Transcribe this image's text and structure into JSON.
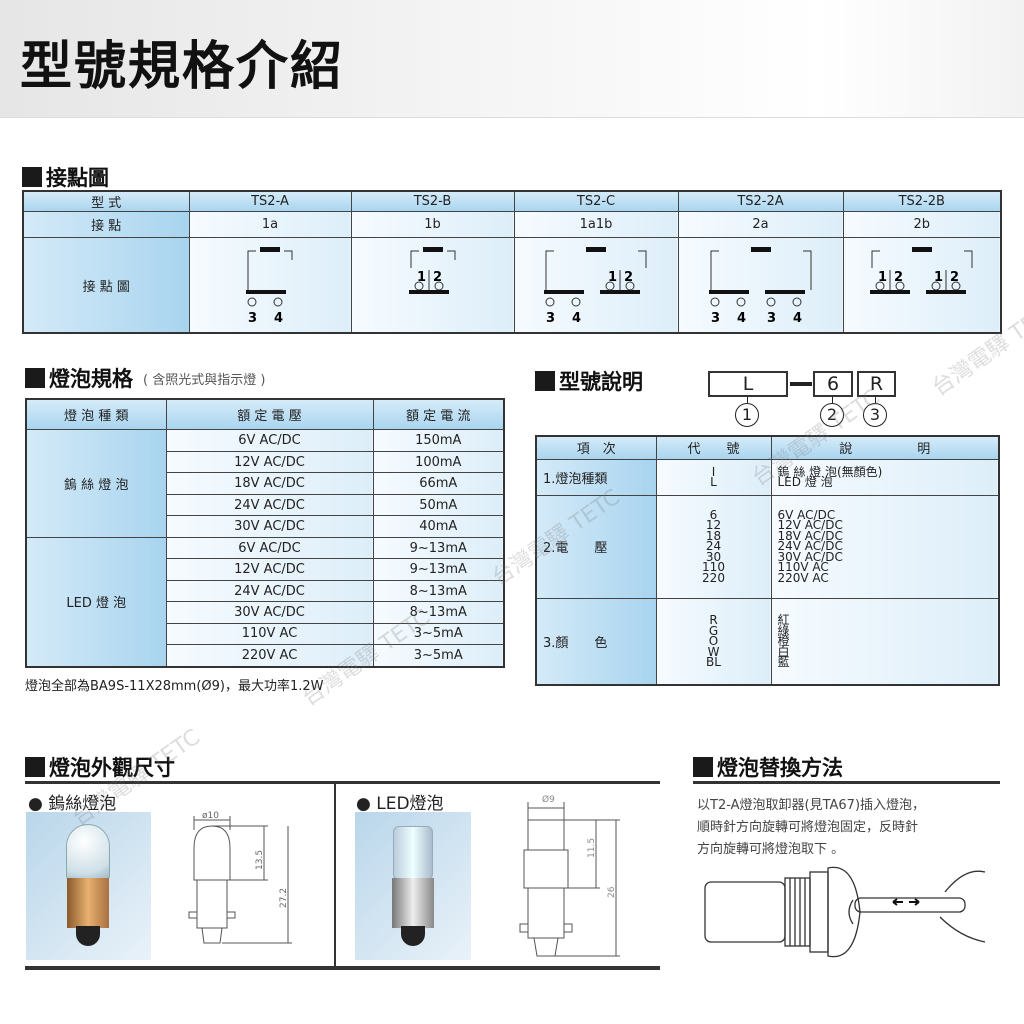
{
  "header": {
    "title": "型號規格介紹"
  },
  "contacts": {
    "title": "接點圖",
    "row_labels": [
      "型 式",
      "接 點",
      "接 點 圖"
    ],
    "models": [
      {
        "model": "TS2-A",
        "contact": "1a",
        "groups": [
          "a"
        ]
      },
      {
        "model": "TS2-B",
        "contact": "1b",
        "groups": [
          "b"
        ]
      },
      {
        "model": "TS2-C",
        "contact": "1a1b",
        "groups": [
          "a",
          "b"
        ]
      },
      {
        "model": "TS2-2A",
        "contact": "2a",
        "groups": [
          "a",
          "a"
        ]
      },
      {
        "model": "TS2-2B",
        "contact": "2b",
        "groups": [
          "b",
          "b"
        ]
      }
    ],
    "terminal_labels": {
      "a": [
        "3",
        "4"
      ],
      "b": [
        "1",
        "2"
      ]
    }
  },
  "bulb_spec": {
    "title": "燈泡規格",
    "subtitle": "( 含照光式與指示燈 )",
    "headers": [
      "燈 泡 種 類",
      "額 定 電 壓",
      "額 定 電 流"
    ],
    "groups": [
      {
        "type": "鎢 絲 燈 泡",
        "rows": [
          [
            "6V AC/DC",
            "150mA"
          ],
          [
            "12V AC/DC",
            "100mA"
          ],
          [
            "18V AC/DC",
            "66mA"
          ],
          [
            "24V AC/DC",
            "50mA"
          ],
          [
            "30V AC/DC",
            "40mA"
          ]
        ]
      },
      {
        "type": "LED  燈 泡",
        "rows": [
          [
            "6V AC/DC",
            "9~13mA"
          ],
          [
            "12V AC/DC",
            "9~13mA"
          ],
          [
            "24V AC/DC",
            "8~13mA"
          ],
          [
            "30V AC/DC",
            "8~13mA"
          ],
          [
            "110V AC",
            "3~5mA"
          ],
          [
            "220V AC",
            "3~5mA"
          ]
        ]
      }
    ],
    "note": "燈泡全部為BA9S-11X28mm(Ø9)，最大功率1.2W"
  },
  "model_code": {
    "title": "型號說明",
    "code": [
      "L",
      "6",
      "R"
    ],
    "markers": [
      "①",
      "②",
      "③"
    ],
    "marker_nums": [
      "1",
      "2",
      "3"
    ],
    "headers": [
      "項　次",
      "代　　號",
      "說　　　　　明"
    ],
    "rows": [
      {
        "item": "1.燈泡種類",
        "codes": [
          "I",
          "L"
        ],
        "desc": [
          "鎢 絲 燈 泡(無顏色)",
          "LED  燈 泡"
        ]
      },
      {
        "item": "2.電　　壓",
        "codes": [
          "6",
          "12",
          "18",
          "24",
          "30",
          "110",
          "220"
        ],
        "desc": [
          "6V AC/DC",
          "12V AC/DC",
          "18V AC/DC",
          "24V AC/DC",
          "30V AC/DC",
          "110V AC",
          "220V AC"
        ]
      },
      {
        "item": "3.顏　　色",
        "codes": [
          "R",
          "G",
          "O",
          "W",
          "BL"
        ],
        "desc": [
          "紅",
          "綠",
          "橙",
          "白",
          "藍"
        ]
      }
    ]
  },
  "dimensions": {
    "title": "燈泡外觀尺寸",
    "tungsten": {
      "label": "鎢絲燈泡",
      "diameter": "ø10",
      "dim_a": "13.5",
      "dim_b": "27.2"
    },
    "led": {
      "label": "LED燈泡",
      "diameter": "Ø9",
      "dim_a": "11.5",
      "dim_b": "26"
    }
  },
  "replacement": {
    "title": "燈泡替換方法",
    "lines": [
      "以T2-A燈泡取卸器(見TA67)插入燈泡，",
      "順時針方向旋轉可將燈泡固定，反時針",
      "方向旋轉可將燈泡取下 。"
    ]
  },
  "watermark": "台灣電驛 TETC"
}
